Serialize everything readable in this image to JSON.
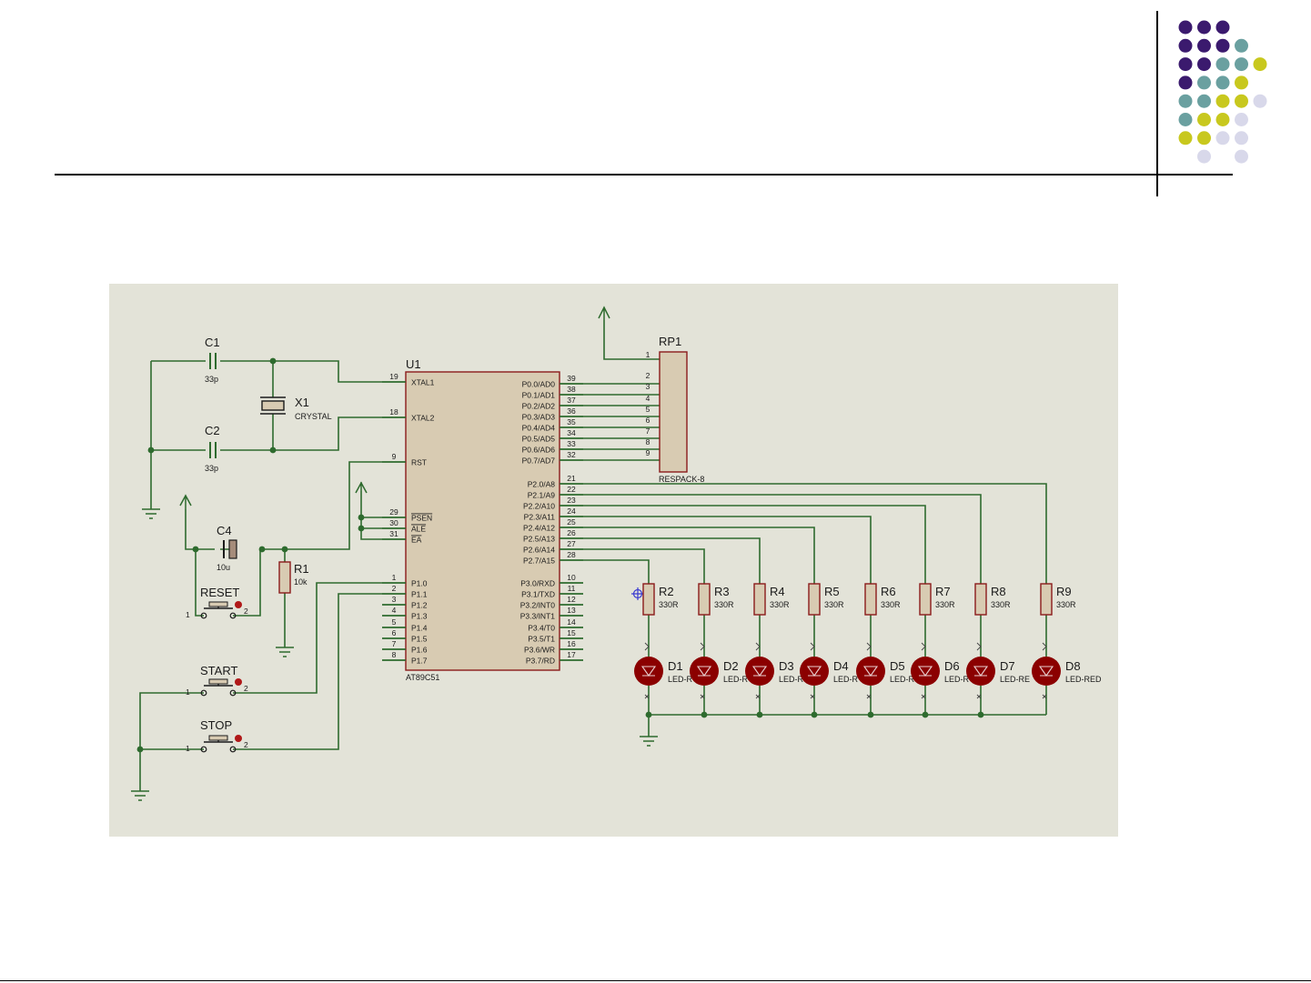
{
  "slide": {
    "title": "",
    "accent_colors": {
      "purple": "#3b1a6e",
      "teal": "#6aa0a0",
      "lime": "#c8c81e",
      "lavender": "#d8d8ea"
    }
  },
  "schematic": {
    "colors": {
      "background": "#e3e3d8",
      "wire": "#2e6b2e",
      "body": "#8b1a1a",
      "body_fill": "#d8cbb2",
      "led_fill": "#8b0000"
    },
    "mcu": {
      "ref": "U1",
      "part": "AT89C51",
      "left_pins": [
        {
          "num": "19",
          "name": "XTAL1"
        },
        {
          "num": "18",
          "name": "XTAL2"
        },
        {
          "num": "9",
          "name": "RST"
        },
        {
          "num": "29",
          "name": "PSEN"
        },
        {
          "num": "30",
          "name": "ALE"
        },
        {
          "num": "31",
          "name": "EA"
        },
        {
          "num": "1",
          "name": "P1.0"
        },
        {
          "num": "2",
          "name": "P1.1"
        },
        {
          "num": "3",
          "name": "P1.2"
        },
        {
          "num": "4",
          "name": "P1.3"
        },
        {
          "num": "5",
          "name": "P1.4"
        },
        {
          "num": "6",
          "name": "P1.5"
        },
        {
          "num": "7",
          "name": "P1.6"
        },
        {
          "num": "8",
          "name": "P1.7"
        }
      ],
      "right_pins": [
        {
          "num": "39",
          "name": "P0.0/AD0"
        },
        {
          "num": "38",
          "name": "P0.1/AD1"
        },
        {
          "num": "37",
          "name": "P0.2/AD2"
        },
        {
          "num": "36",
          "name": "P0.3/AD3"
        },
        {
          "num": "35",
          "name": "P0.4/AD4"
        },
        {
          "num": "34",
          "name": "P0.5/AD5"
        },
        {
          "num": "33",
          "name": "P0.6/AD6"
        },
        {
          "num": "32",
          "name": "P0.7/AD7"
        },
        {
          "num": "21",
          "name": "P2.0/A8"
        },
        {
          "num": "22",
          "name": "P2.1/A9"
        },
        {
          "num": "23",
          "name": "P2.2/A10"
        },
        {
          "num": "24",
          "name": "P2.3/A11"
        },
        {
          "num": "25",
          "name": "P2.4/A12"
        },
        {
          "num": "26",
          "name": "P2.5/A13"
        },
        {
          "num": "27",
          "name": "P2.6/A14"
        },
        {
          "num": "28",
          "name": "P2.7/A15"
        },
        {
          "num": "10",
          "name": "P3.0/RXD"
        },
        {
          "num": "11",
          "name": "P3.1/TXD"
        },
        {
          "num": "12",
          "name": "P3.2/INT0"
        },
        {
          "num": "13",
          "name": "P3.3/INT1"
        },
        {
          "num": "14",
          "name": "P3.4/T0"
        },
        {
          "num": "15",
          "name": "P3.5/T1"
        },
        {
          "num": "16",
          "name": "P3.6/WR"
        },
        {
          "num": "17",
          "name": "P3.7/RD"
        }
      ]
    },
    "rp1": {
      "ref": "RP1",
      "part": "RESPACK-8",
      "pins": [
        "1",
        "2",
        "3",
        "4",
        "5",
        "6",
        "7",
        "8",
        "9"
      ]
    },
    "c1": {
      "ref": "C1",
      "value": "33p"
    },
    "c2": {
      "ref": "C2",
      "value": "33p"
    },
    "x1": {
      "ref": "X1",
      "value": "CRYSTAL"
    },
    "c4": {
      "ref": "C4",
      "value": "10u"
    },
    "r1": {
      "ref": "R1",
      "value": "10k"
    },
    "buttons": [
      {
        "label": "RESET",
        "pin1": "1",
        "pin2": "2"
      },
      {
        "label": "START",
        "pin1": "1",
        "pin2": "2"
      },
      {
        "label": "STOP",
        "pin1": "1",
        "pin2": "2"
      }
    ],
    "resistors": [
      {
        "ref": "R2",
        "value": "330R"
      },
      {
        "ref": "R3",
        "value": "330R"
      },
      {
        "ref": "R4",
        "value": "330R"
      },
      {
        "ref": "R5",
        "value": "330R"
      },
      {
        "ref": "R6",
        "value": "330R"
      },
      {
        "ref": "R7",
        "value": "330R"
      },
      {
        "ref": "R8",
        "value": "330R"
      },
      {
        "ref": "R9",
        "value": "330R"
      }
    ],
    "leds": [
      {
        "ref": "D1",
        "value": "LED-R"
      },
      {
        "ref": "D2",
        "value": "LED-R"
      },
      {
        "ref": "D3",
        "value": "LED-R"
      },
      {
        "ref": "D4",
        "value": "LED-R"
      },
      {
        "ref": "D5",
        "value": "LED-R"
      },
      {
        "ref": "D6",
        "value": "LED-R"
      },
      {
        "ref": "D7",
        "value": "LED-RE"
      },
      {
        "ref": "D8",
        "value": "LED-RED"
      }
    ]
  }
}
